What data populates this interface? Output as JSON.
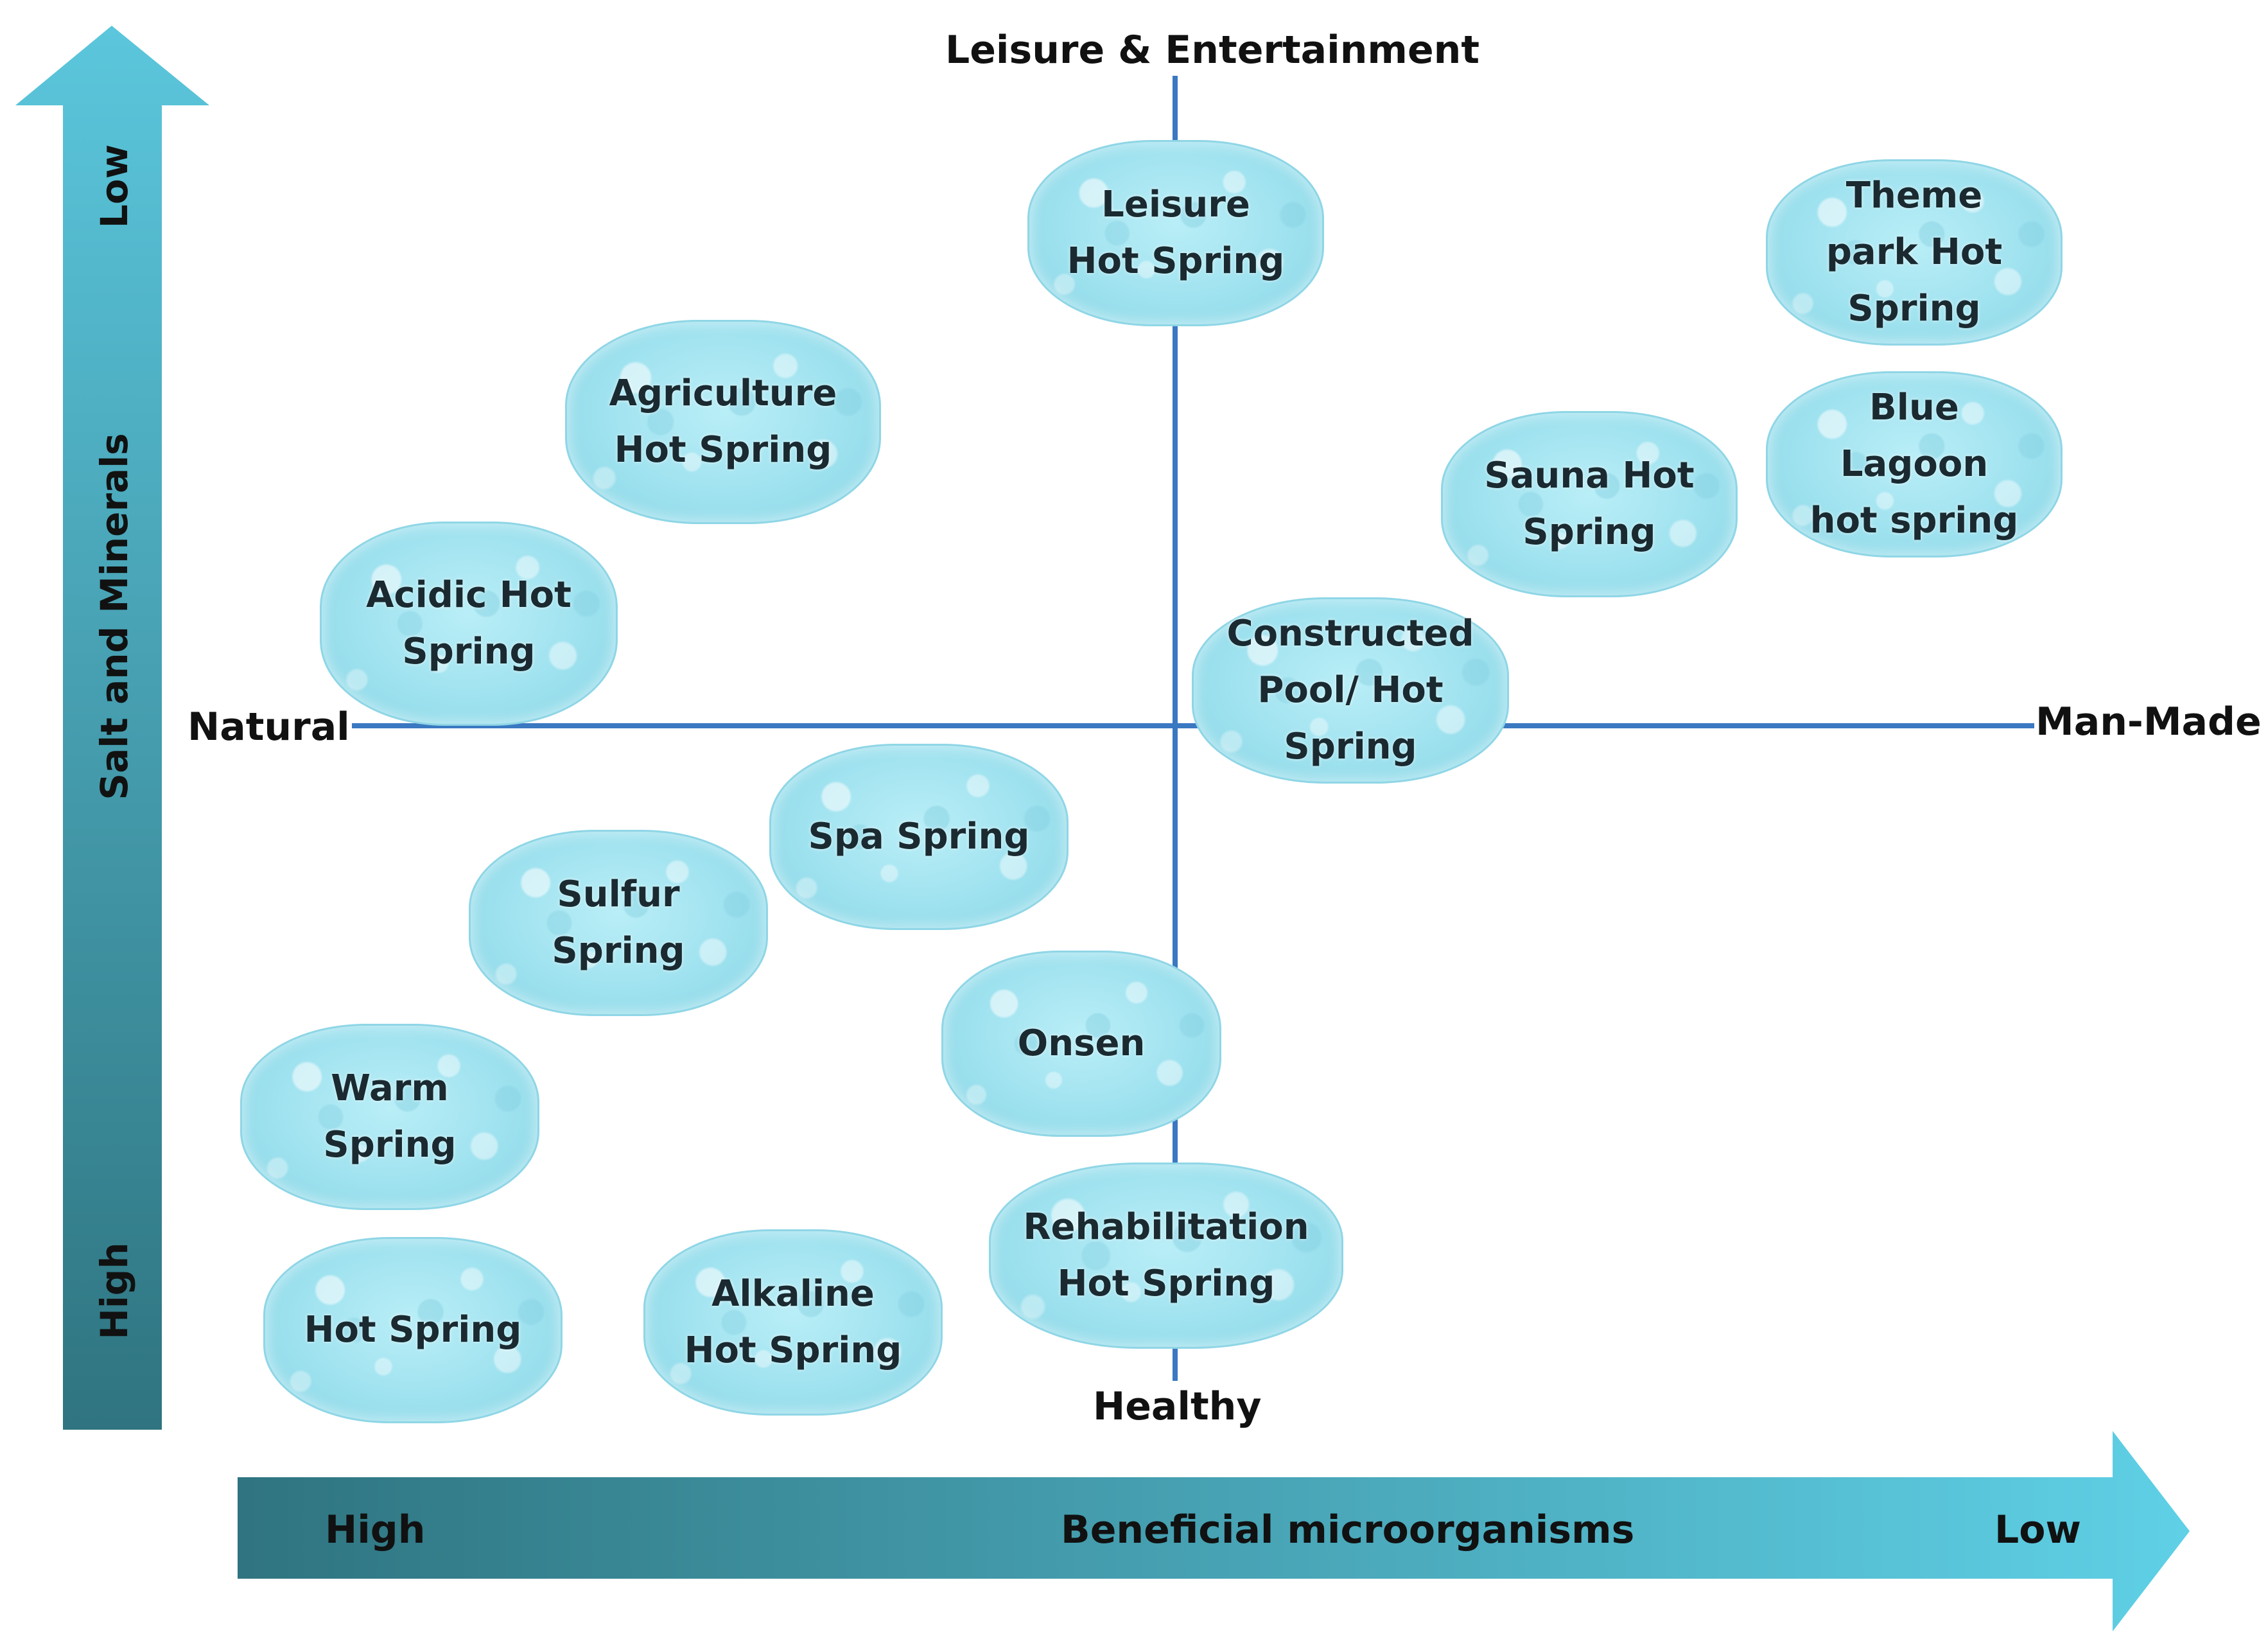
{
  "axes": {
    "top": "Leisure & Entertainment",
    "bottom": "Healthy",
    "left": "Natural",
    "right": "Man-Made"
  },
  "vertical_arrow": {
    "title": "Salt and Minerals",
    "top_label": "Low",
    "bottom_label": "High",
    "colors": [
      "#5bc6dc",
      "#2f7480"
    ]
  },
  "horizontal_arrow": {
    "title": "Beneficial microorganisms",
    "left_label": "High",
    "right_label": "Low",
    "colors": [
      "#2f7480",
      "#5fd0e6"
    ]
  },
  "axis_color": "#3a78c2",
  "bubbles": [
    {
      "id": "leisure",
      "lines": [
        "Leisure",
        "Hot Spring"
      ]
    },
    {
      "id": "theme-park",
      "lines": [
        "Theme",
        "park Hot",
        "Spring"
      ]
    },
    {
      "id": "agriculture",
      "lines": [
        "Agriculture",
        "Hot Spring"
      ]
    },
    {
      "id": "blue-lagoon",
      "lines": [
        "Blue",
        "Lagoon",
        "hot spring"
      ]
    },
    {
      "id": "sauna",
      "lines": [
        "Sauna Hot",
        "Spring"
      ]
    },
    {
      "id": "acidic",
      "lines": [
        "Acidic Hot",
        "Spring"
      ]
    },
    {
      "id": "constructed",
      "lines": [
        "Constructed",
        "Pool/ Hot",
        "Spring"
      ]
    },
    {
      "id": "spa",
      "lines": [
        "Spa Spring"
      ]
    },
    {
      "id": "sulfur",
      "lines": [
        "Sulfur",
        "Spring"
      ]
    },
    {
      "id": "onsen",
      "lines": [
        "Onsen"
      ]
    },
    {
      "id": "warm",
      "lines": [
        "Warm",
        "Spring"
      ]
    },
    {
      "id": "rehabilitation",
      "lines": [
        "Rehabilitation",
        "Hot Spring"
      ]
    },
    {
      "id": "hot-spring",
      "lines": [
        "Hot Spring"
      ]
    },
    {
      "id": "alkaline",
      "lines": [
        "Alkaline",
        "Hot  Spring"
      ]
    }
  ]
}
